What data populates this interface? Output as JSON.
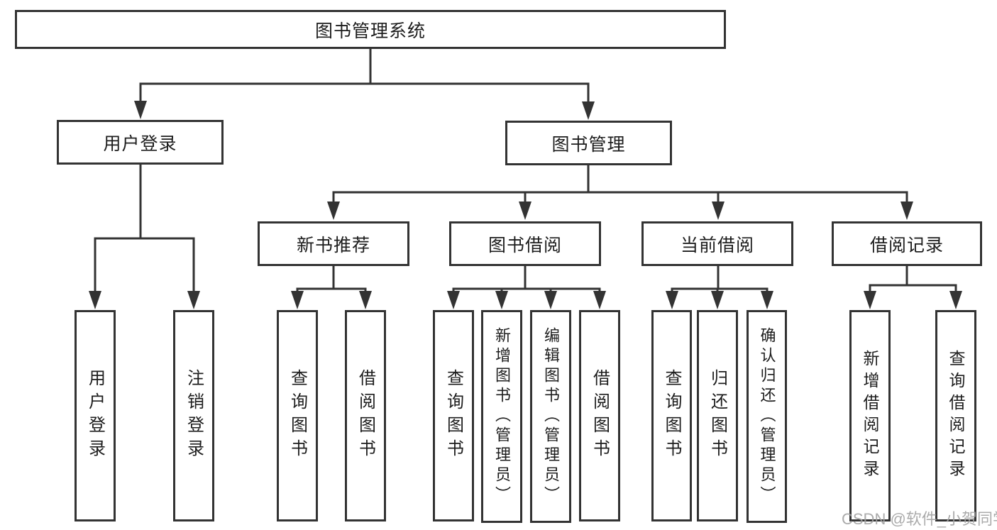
{
  "tree": {
    "label": "图书管理系统",
    "children": [
      {
        "label": "用户登录",
        "children": [
          {
            "label": "用户登录"
          },
          {
            "label": "注销登录"
          }
        ]
      },
      {
        "label": "图书管理",
        "children": [
          {
            "label": "新书推荐",
            "children": [
              {
                "label": "查询图书"
              },
              {
                "label": "借阅图书"
              }
            ]
          },
          {
            "label": "图书借阅",
            "children": [
              {
                "label": "查询图书"
              },
              {
                "label": "新增图书（管理员）"
              },
              {
                "label": "编辑图书（管理员）"
              },
              {
                "label": "借阅图书"
              }
            ]
          },
          {
            "label": "当前借阅",
            "children": [
              {
                "label": "查询图书"
              },
              {
                "label": "归还图书"
              },
              {
                "label": "确认归还（管理员）"
              }
            ]
          },
          {
            "label": "借阅记录",
            "children": [
              {
                "label": "新增借阅记录"
              },
              {
                "label": "查询借阅记录"
              }
            ]
          }
        ]
      }
    ]
  },
  "watermark": {
    "text": "CSDN @软件_小贺同学"
  },
  "colors": {
    "line": "#333333",
    "box_border": "#333333",
    "text": "#1d1d1d",
    "background": "#ffffff",
    "watermark": "#a2a2a2"
  }
}
